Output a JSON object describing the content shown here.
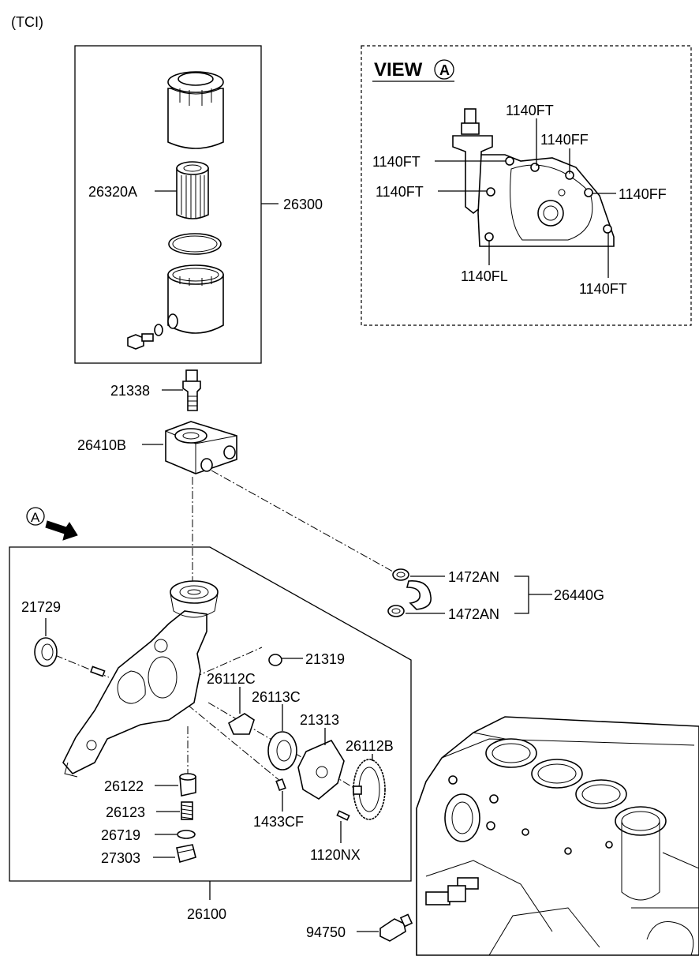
{
  "header": {
    "variant": "(TCI)"
  },
  "view_panel": {
    "title": "VIEW",
    "marker": "A",
    "labels": {
      "ft_top": "1140FT",
      "ff_top": "1140FF",
      "ft_left1": "1140FT",
      "ft_left2": "1140FT",
      "ff_right": "1140FF",
      "fl_bottom": "1140FL",
      "ft_bottom": "1140FT"
    }
  },
  "view_arrow": {
    "marker": "A"
  },
  "parts": {
    "p26320A": "26320A",
    "p26300": "26300",
    "p21338": "21338",
    "p26410B": "26410B",
    "p1472AN_a": "1472AN",
    "p1472AN_b": "1472AN",
    "p26440G": "26440G",
    "p21729": "21729",
    "p21319": "21319",
    "p26112C": "26112C",
    "p26113C": "26113C",
    "p21313": "21313",
    "p26112B": "26112B",
    "p26122": "26122",
    "p26123": "26123",
    "p26719": "26719",
    "p27303": "27303",
    "p1433CF": "1433CF",
    "p1120NX": "1120NX",
    "p26100": "26100",
    "p94750": "94750"
  }
}
